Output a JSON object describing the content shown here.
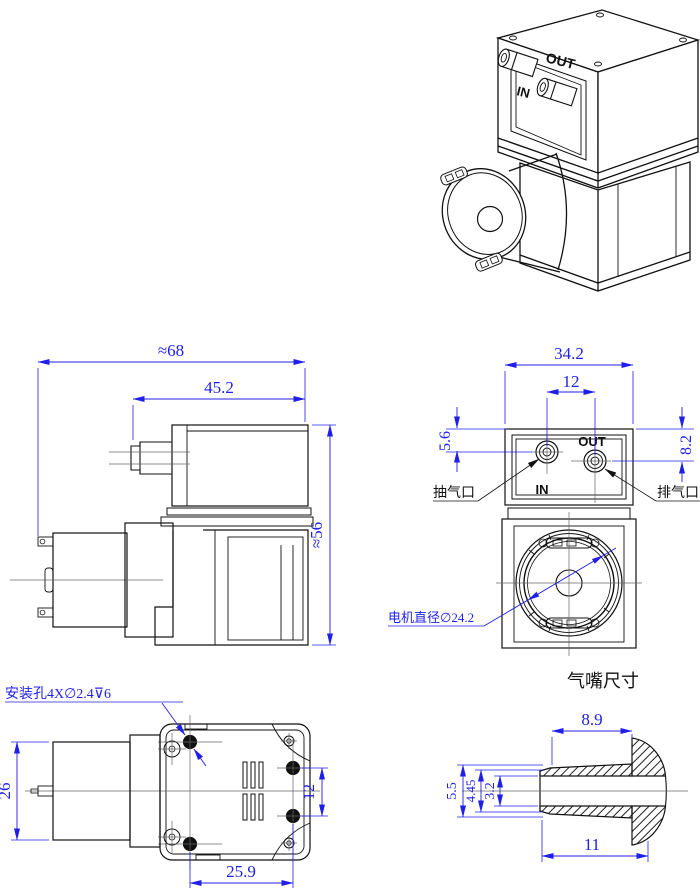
{
  "colors": {
    "dimension_blue": "#1f1fe8",
    "line_black": "#111111",
    "centerline_gray": "#666666",
    "background": "#ffffff"
  },
  "iso_view": {
    "out_label": "OUT",
    "in_label": "IN"
  },
  "side_view": {
    "overall_length": "≈68",
    "head_length": "45.2",
    "overall_height": "≈56"
  },
  "front_view": {
    "body_width": "34.2",
    "port_spacing": "12",
    "in_port_offset": "5.6",
    "out_port_offset": "8.2",
    "out_label": "OUT",
    "in_label": "IN",
    "suction_port_label": "抽气口",
    "exhaust_port_label": "排气口",
    "motor_diameter_label": "电机直径∅24.2"
  },
  "bottom_view": {
    "mounting_holes_label": "安装孔4X∅2.4⊽6",
    "motor_width": "26",
    "right_hole_spacing": "12",
    "mount_hole_spacing": "25.9"
  },
  "nozzle_view": {
    "title": "气嘴尺寸",
    "barb_length": "8.9",
    "outer_diameter": "5.5",
    "tip_diameter": "4.45",
    "bore_diameter": "3.2",
    "total_length": "11"
  }
}
